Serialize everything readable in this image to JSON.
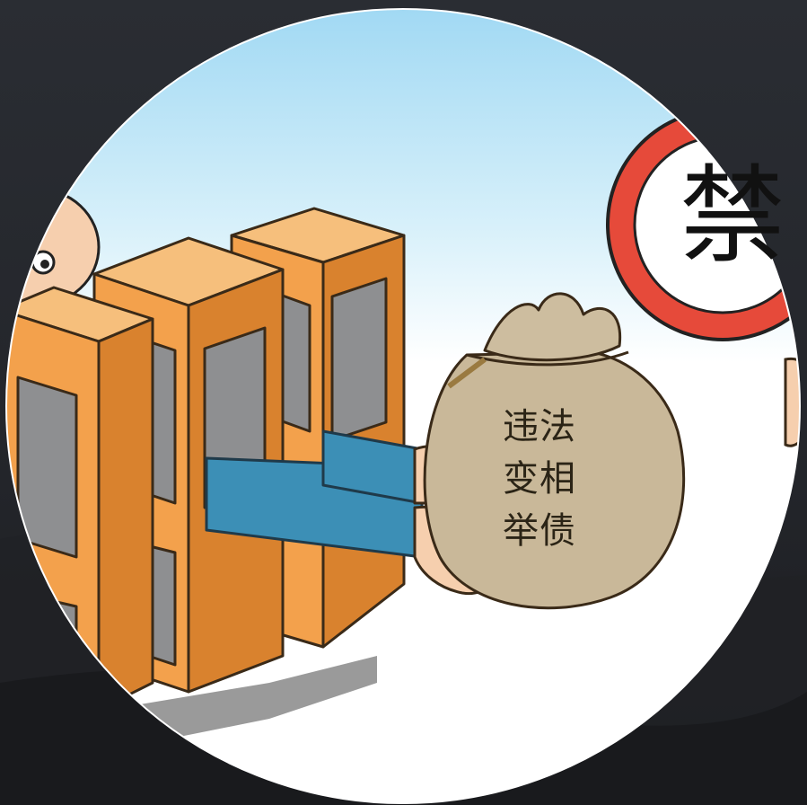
{
  "image": {
    "bag_label_lines": [
      "违法",
      "变相",
      "举债"
    ],
    "sign_text": "禁",
    "icon": "cartoon-illustration"
  },
  "colors": {
    "background": "#1f2126",
    "sky": "#bfe6f7",
    "building": "#f3a14c",
    "building_light": "#f6bf7c",
    "building_shadow": "#d9822e",
    "window_gray": "#8e8f91",
    "sleeve": "#3c8fb6",
    "skin": "#f6cfae",
    "bag": "#c9b899",
    "sign_red": "#e64a3a"
  }
}
